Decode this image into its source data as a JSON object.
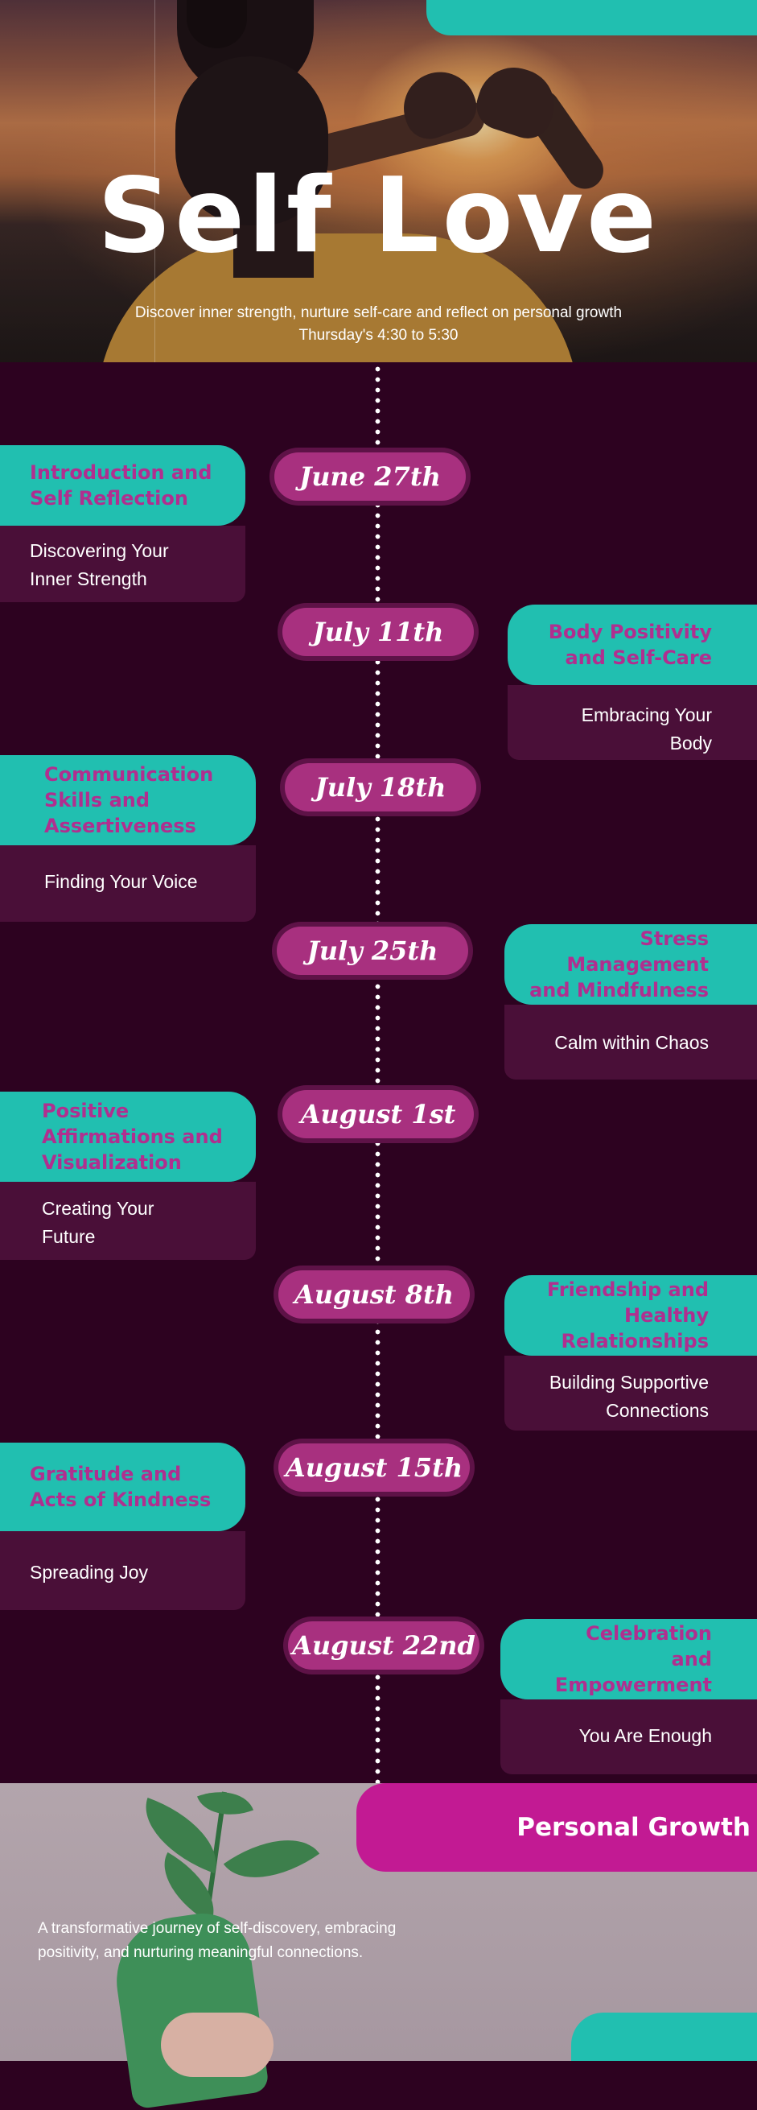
{
  "hero": {
    "title": "Self Love",
    "subtitle_line1": "Discover inner strength, nurture self-care and reflect on personal growth",
    "subtitle_line2": "Thursday's 4:30 to 5:30"
  },
  "sessions": [
    {
      "date": "June 27th",
      "side": "left",
      "title": "Introduction and Self Reflection",
      "title_lines": [
        "Introduction and",
        "Self Reflection"
      ],
      "body_lines": [
        "Discovering Your",
        "Inner Strength"
      ]
    },
    {
      "date": "July 11th",
      "side": "right",
      "title": "Body Positivity and Self-Care",
      "title_lines": [
        "Body Positivity",
        "and Self-Care"
      ],
      "body_lines": [
        "Embracing Your",
        "Body"
      ]
    },
    {
      "date": "July 18th",
      "side": "left",
      "title": "Communication Skills and Assertiveness",
      "title_lines": [
        "Communication",
        "Skills and",
        "Assertiveness"
      ],
      "body_lines": [
        "Finding Your Voice"
      ]
    },
    {
      "date": "July 25th",
      "side": "right",
      "title": "Stress Management and Mindfulness",
      "title_lines": [
        "Stress Management",
        "and Mindfulness"
      ],
      "body_lines": [
        "Calm within Chaos"
      ]
    },
    {
      "date": "August 1st",
      "side": "left",
      "title": "Positive Affirmations and Visualization",
      "title_lines": [
        "Positive",
        "Affirmations and",
        "Visualization"
      ],
      "body_lines": [
        "Creating Your",
        "Future"
      ]
    },
    {
      "date": "August 8th",
      "side": "right",
      "title": "Friendship and Healthy Relationships",
      "title_lines": [
        "Friendship and",
        "Healthy",
        "Relationships"
      ],
      "body_lines": [
        "Building Supportive",
        "Connections"
      ]
    },
    {
      "date": "August 15th",
      "side": "left",
      "title": "Gratitude and Acts of Kindness",
      "title_lines": [
        "Gratitude and",
        "Acts of Kindness"
      ],
      "body_lines": [
        "Spreading Joy"
      ]
    },
    {
      "date": "August 22nd",
      "side": "right",
      "title": "Celebration and Empowerment",
      "title_lines": [
        "Celebration",
        "and",
        "Empowerment"
      ],
      "body_lines": [
        "You Are Enough"
      ]
    }
  ],
  "footer": {
    "title": "Personal Growth",
    "desc_line1": "A transformative journey of self-discovery, embracing",
    "desc_line2": "positivity, and nurturing meaningful connections."
  },
  "colors": {
    "background": "#2d0220",
    "teal": "#21bfb0",
    "magenta": "#c21a93",
    "pill": "#a8307f",
    "card_body": "#4a0f38",
    "heading_text": "#b02f8f"
  },
  "icons": [
    "woman-heart-hands-photo",
    "sprout-in-hand-photo"
  ]
}
